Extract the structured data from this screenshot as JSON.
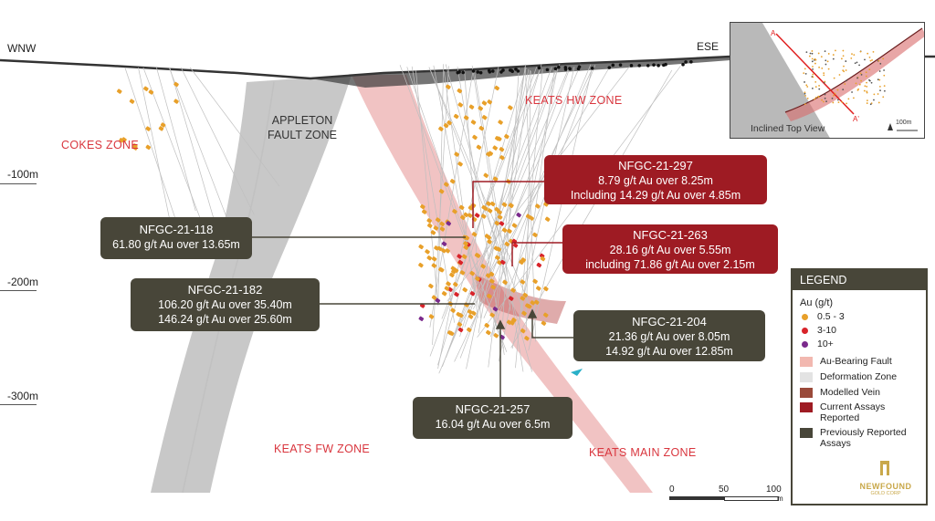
{
  "directions": {
    "left": "WNW",
    "right": "ESE"
  },
  "depth_labels": [
    "-100m",
    "-200m",
    "-300m"
  ],
  "zones": {
    "cokes": "COKES ZONE",
    "keats_hw": "KEATS HW ZONE",
    "keats_fw": "KEATS FW ZONE",
    "keats_main": "KEATS MAIN ZONE",
    "appleton_line1": "APPLETON",
    "appleton_line2": "FAULT ZONE"
  },
  "callouts": {
    "c297": {
      "title": "NFGC-21-297",
      "line1": "8.79 g/t Au over 8.25m",
      "line2": "Including 14.29 g/t Au over 4.85m"
    },
    "c263": {
      "title": "NFGC-21-263",
      "line1": "28.16 g/t Au over 5.55m",
      "line2": "including 71.86 g/t Au over 2.15m"
    },
    "c118": {
      "title": "NFGC-21-118",
      "line1": "61.80 g/t Au over 13.65m"
    },
    "c182": {
      "title": "NFGC-21-182",
      "line1": "106.20 g/t Au over 35.40m",
      "line2": "146.24 g/t Au over 25.60m"
    },
    "c204": {
      "title": "NFGC-21-204",
      "line1": "21.36 g/t Au over 8.05m",
      "line2": "14.92 g/t Au over 12.85m"
    },
    "c257": {
      "title": "NFGC-21-257",
      "line1": "16.04 g/t Au over 6.5m"
    }
  },
  "legend": {
    "title": "LEGEND",
    "au_heading": "Au (g/t)",
    "grades": [
      {
        "label": "0.5 - 3",
        "color": "#e8a02a"
      },
      {
        "label": "3-10",
        "color": "#d8232a"
      },
      {
        "label": "10+",
        "color": "#7b2a8c"
      }
    ],
    "features": [
      {
        "label": "Au-Bearing Fault",
        "color": "#f2b8b0"
      },
      {
        "label": "Deformation Zone",
        "color": "#e3e3e3"
      },
      {
        "label": "Modelled Vein",
        "color": "#9a4a3a"
      },
      {
        "label": "Current Assays Reported",
        "color": "#9e1b23"
      },
      {
        "label": "Previously Reported Assays",
        "color": "#484639"
      }
    ]
  },
  "inset": {
    "title": "Inclined Top View",
    "scale": "100m",
    "section_a": "A",
    "section_a2": "A'"
  },
  "scale": {
    "ticks": [
      "0",
      "50",
      "100"
    ],
    "unit": "m"
  },
  "brand": {
    "name": "NEWFOUND",
    "sub": "GOLD CORP"
  }
}
